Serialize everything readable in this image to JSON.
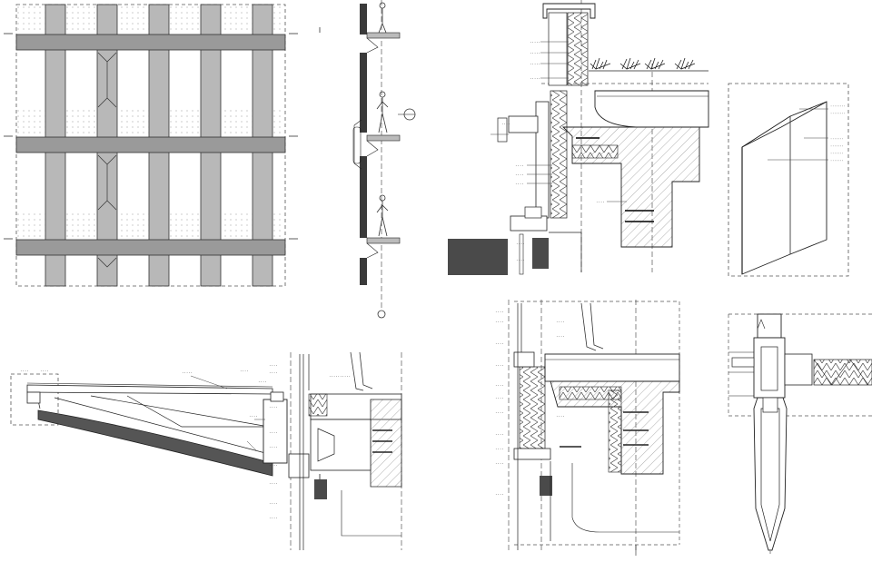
{
  "sheet": {
    "background": "#ffffff",
    "line_color": "#1a1a1a",
    "panel_fill": "#b3b3b3",
    "dark_fill": "#3a3a3a",
    "hatch_color": "#7a7a7a"
  },
  "drawings": [
    {
      "name": "facade-elevation"
    },
    {
      "name": "facade-section-strip"
    },
    {
      "name": "parapet-green-roof-section"
    },
    {
      "name": "fin-panel-axonometric"
    },
    {
      "name": "canopy-section"
    },
    {
      "name": "floor-edge-section"
    },
    {
      "name": "mullion-plan-detail"
    }
  ],
  "icons": [
    "human-figure-icon",
    "plant-icon",
    "grid-bubble-icon",
    "insulation-zigzag-icon"
  ]
}
